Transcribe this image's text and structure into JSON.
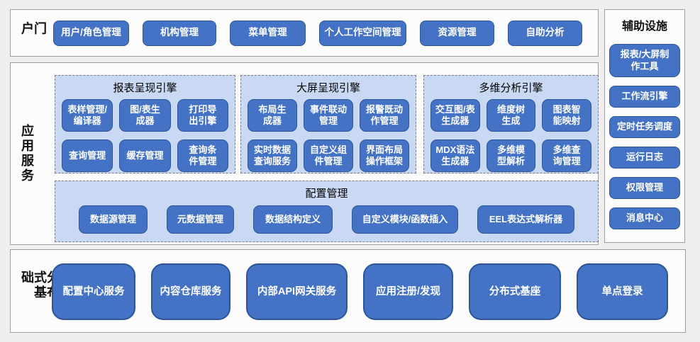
{
  "meta": {
    "accent_blue": "#4472c4",
    "button_border_blue": "#2f5597",
    "panel_light_blue": "#c9d8f3",
    "section_border_gray": "#9e9e9e",
    "page_background": "#efefef"
  },
  "portal": {
    "label": "门户",
    "buttons": [
      "用户/角色管理",
      "机构管理",
      "菜单管理",
      "个人工作空间管理",
      "资源管理",
      "自助分析"
    ]
  },
  "app_services": {
    "label": "应用服务",
    "engines": [
      {
        "title": "报表呈现引擎",
        "buttons": [
          "表样管理/\n编译器",
          "图/表生\n成器",
          "打印导\n出引擎",
          "查询管理",
          "缓存管理",
          "查询条\n件管理"
        ]
      },
      {
        "title": "大屏呈现引擎",
        "buttons": [
          "布局生\n成器",
          "事件联动\n管理",
          "报警既动\n作管理",
          "实时数据\n查询服务",
          "自定义组\n件管理",
          "界面布局\n操作框架"
        ]
      },
      {
        "title": "多维分析引擎",
        "buttons": [
          "交互图/表\n生成器",
          "维度树\n生成",
          "图表智\n能映射",
          "MDX语法\n生成器",
          "多维模\n型解析",
          "多维查\n询管理"
        ]
      }
    ],
    "config": {
      "title": "配置管理",
      "buttons": [
        "数据源管理",
        "元数据管理",
        "数据结构定义",
        "自定义模块/函数插入",
        "EEL表达式解析器"
      ]
    }
  },
  "distributed": {
    "label": "分布式基础",
    "buttons": [
      "配置中心服务",
      "内容仓库服务",
      "内部API网关服务",
      "应用注册/发现",
      "分布式基座",
      "单点登录"
    ]
  },
  "auxiliary": {
    "label": "辅助设施",
    "buttons": [
      "报表/大屏制\n作工具",
      "工作流引擎",
      "定时任务调度",
      "运行日志",
      "权限管理",
      "消息中心"
    ]
  }
}
